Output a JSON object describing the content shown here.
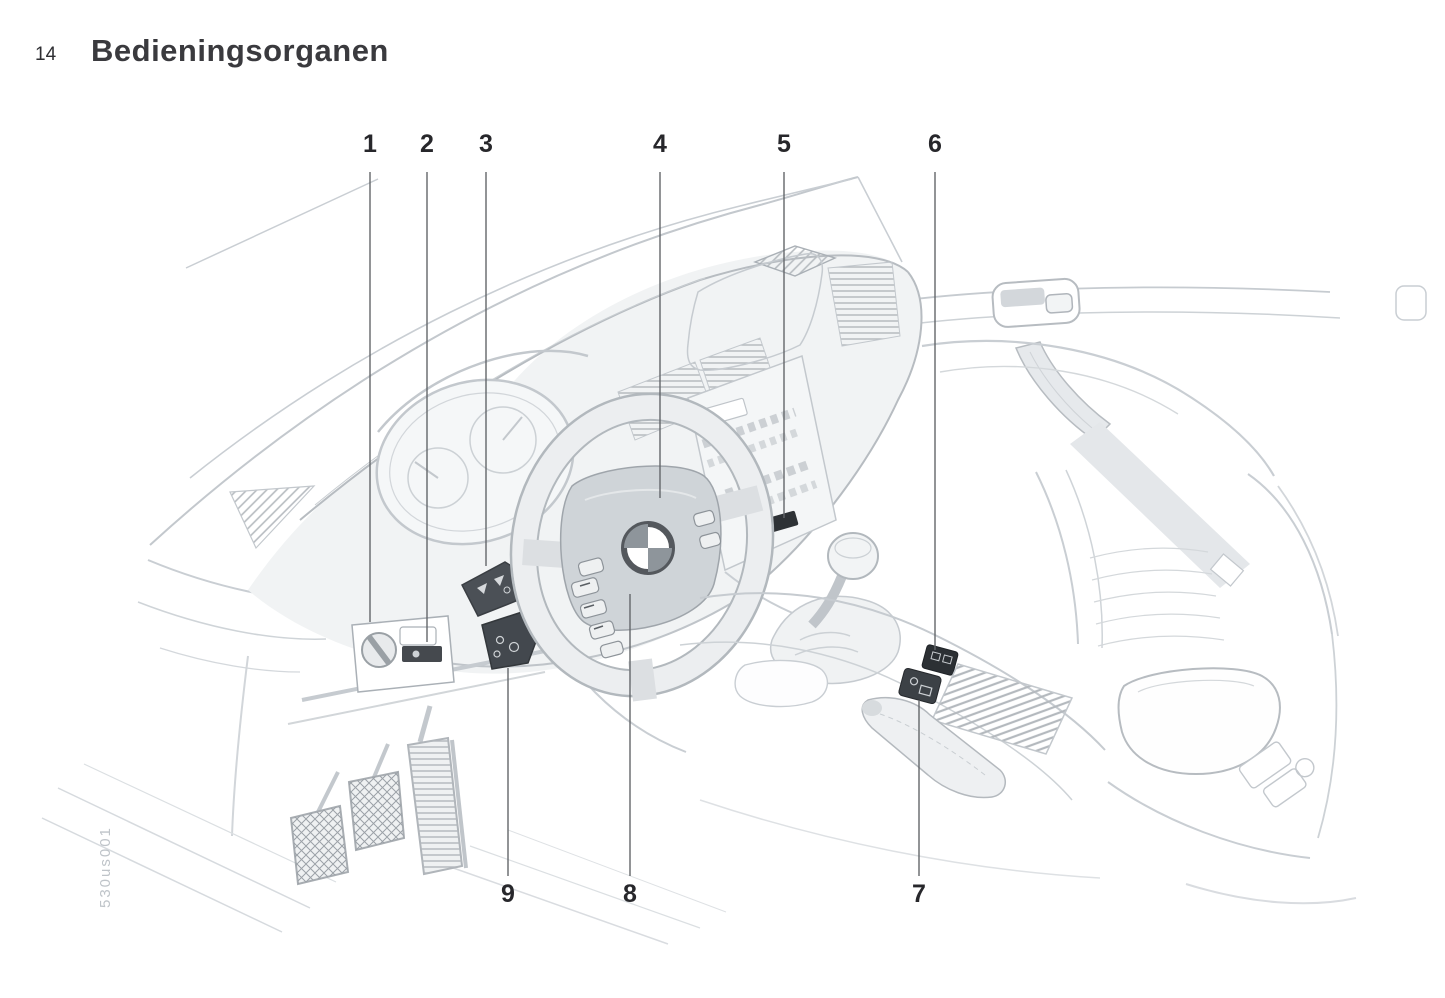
{
  "page": {
    "number": "14",
    "title": "Bedieningsorganen"
  },
  "figure": {
    "watermark": "530us001",
    "callouts": [
      {
        "label": "1"
      },
      {
        "label": "2"
      },
      {
        "label": "3"
      },
      {
        "label": "4"
      },
      {
        "label": "5"
      },
      {
        "label": "6"
      },
      {
        "label": "7"
      },
      {
        "label": "8"
      },
      {
        "label": "9"
      }
    ]
  },
  "colors": {
    "text": "#2e2e32",
    "title": "#3a3a3e",
    "callout_number": "#27272b",
    "leader_line": "#63666a",
    "illustration_line_light": "#c6cbd0",
    "illustration_line_mid": "#a9afb5",
    "dark_control": "#33373c",
    "watermark": "#bfc4c9",
    "background": "#ffffff"
  }
}
